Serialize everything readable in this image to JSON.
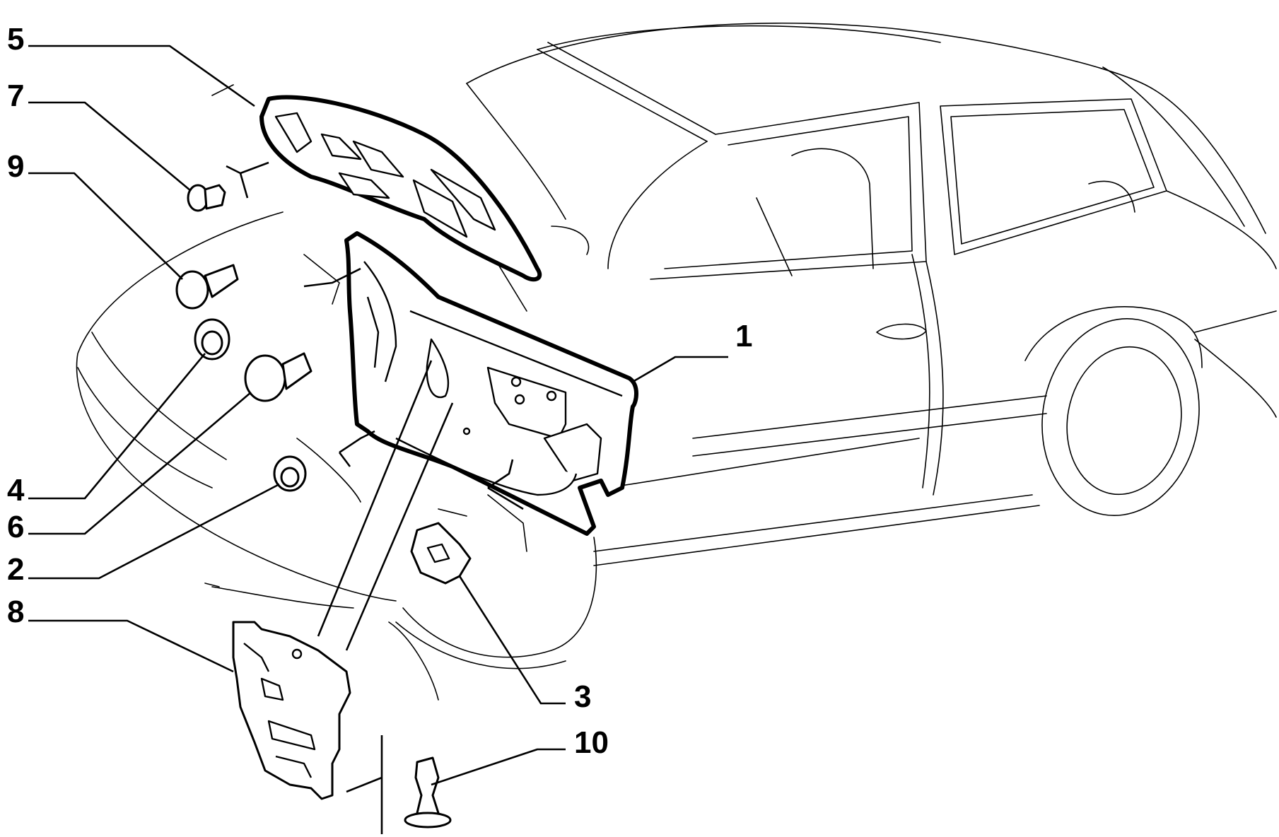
{
  "callouts": [
    {
      "id": "c1",
      "text": "1"
    },
    {
      "id": "c2",
      "text": "2"
    },
    {
      "id": "c3",
      "text": "3"
    },
    {
      "id": "c4",
      "text": "4"
    },
    {
      "id": "c5",
      "text": "5"
    },
    {
      "id": "c6",
      "text": "6"
    },
    {
      "id": "c7",
      "text": "7"
    },
    {
      "id": "c8",
      "text": "8"
    },
    {
      "id": "c9",
      "text": "9"
    },
    {
      "id": "c10",
      "text": "10"
    }
  ],
  "parts": [
    {
      "callout": "1",
      "icon": "firewall-insulation-panel-icon"
    },
    {
      "callout": "2",
      "icon": "push-clip-icon"
    },
    {
      "callout": "3",
      "icon": "retaining-bracket-icon"
    },
    {
      "callout": "4",
      "icon": "push-clip-icon"
    },
    {
      "callout": "5",
      "icon": "hood-insulation-pad-icon"
    },
    {
      "callout": "6",
      "icon": "push-clip-icon"
    },
    {
      "callout": "7",
      "icon": "push-clip-icon"
    },
    {
      "callout": "8",
      "icon": "side-insulation-panel-icon"
    },
    {
      "callout": "9",
      "icon": "push-clip-icon"
    },
    {
      "callout": "10",
      "icon": "fir-tree-clip-icon"
    }
  ],
  "colors": {
    "line": "#000000",
    "background": "#ffffff"
  }
}
